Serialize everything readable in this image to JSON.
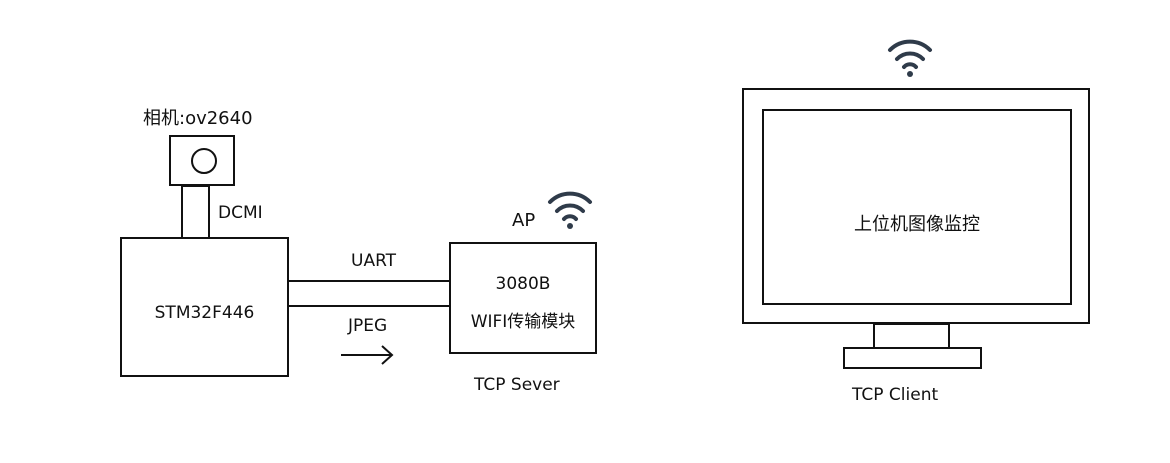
{
  "camera": {
    "label": "相机:ov2640",
    "interface_label": "DCMI"
  },
  "mcu": {
    "label": "STM32F446"
  },
  "link": {
    "top_label": "UART",
    "bottom_label": "JPEG"
  },
  "wifi_module": {
    "mode_label": "AP",
    "line1": "3080B",
    "line2": "WIFI传输模块",
    "role_label": "TCP Sever"
  },
  "monitor": {
    "screen_text": "上位机图像监控",
    "role_label": "TCP Client"
  },
  "icons": {
    "wifi_icon": "wifi-icon",
    "arrow_icon": "right-arrow-icon",
    "camera_lens_icon": "camera-lens-icon"
  },
  "colors": {
    "stroke": "#111111",
    "wifi": "#2f3b4a",
    "background": "#ffffff"
  }
}
